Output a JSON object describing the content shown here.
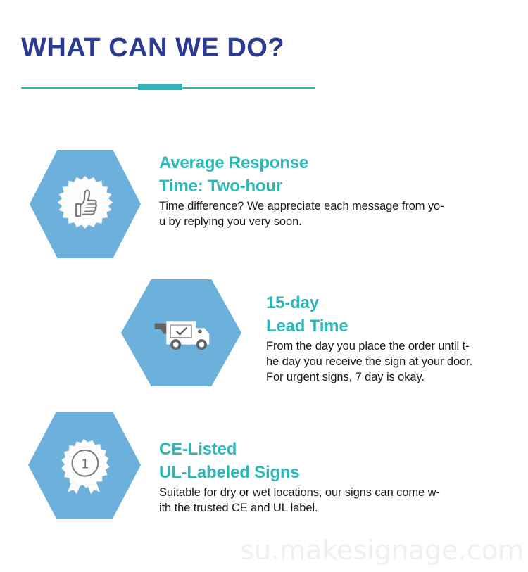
{
  "header": {
    "title": "WHAT CAN WE DO?",
    "title_color": "#2b3a8f",
    "accent_color": "#2bb5bb"
  },
  "theme": {
    "heading_color": "#2cb8b8",
    "hexagon_color": "#6cb1dc",
    "body_color": "#1a1a1a",
    "background": "#ffffff"
  },
  "features": [
    {
      "icon": "thumbs-up-badge-icon",
      "heading_line1": "Average Response",
      "heading_line2": "Time: Two-hour",
      "body_line1": "Time difference? We appreciate each message from yo-",
      "body_line2": "u by replying you very soon."
    },
    {
      "icon": "delivery-truck-icon",
      "heading_line1": "15-day",
      "heading_line2": "Lead Time",
      "body_line1": "From the day you place the order until t-",
      "body_line2": "he day you receive the sign at your door.",
      "body_line3": "For urgent signs, 7 day is okay."
    },
    {
      "icon": "award-ribbon-icon",
      "icon_number": "1",
      "heading_line1": "CE-Listed",
      "heading_line2": "UL-Labeled Signs",
      "body_line1": "Suitable for dry or wet locations, our signs can come w-",
      "body_line2": "ith the trusted CE and UL label."
    }
  ],
  "watermark": {
    "text": "su.makesignage.com"
  }
}
